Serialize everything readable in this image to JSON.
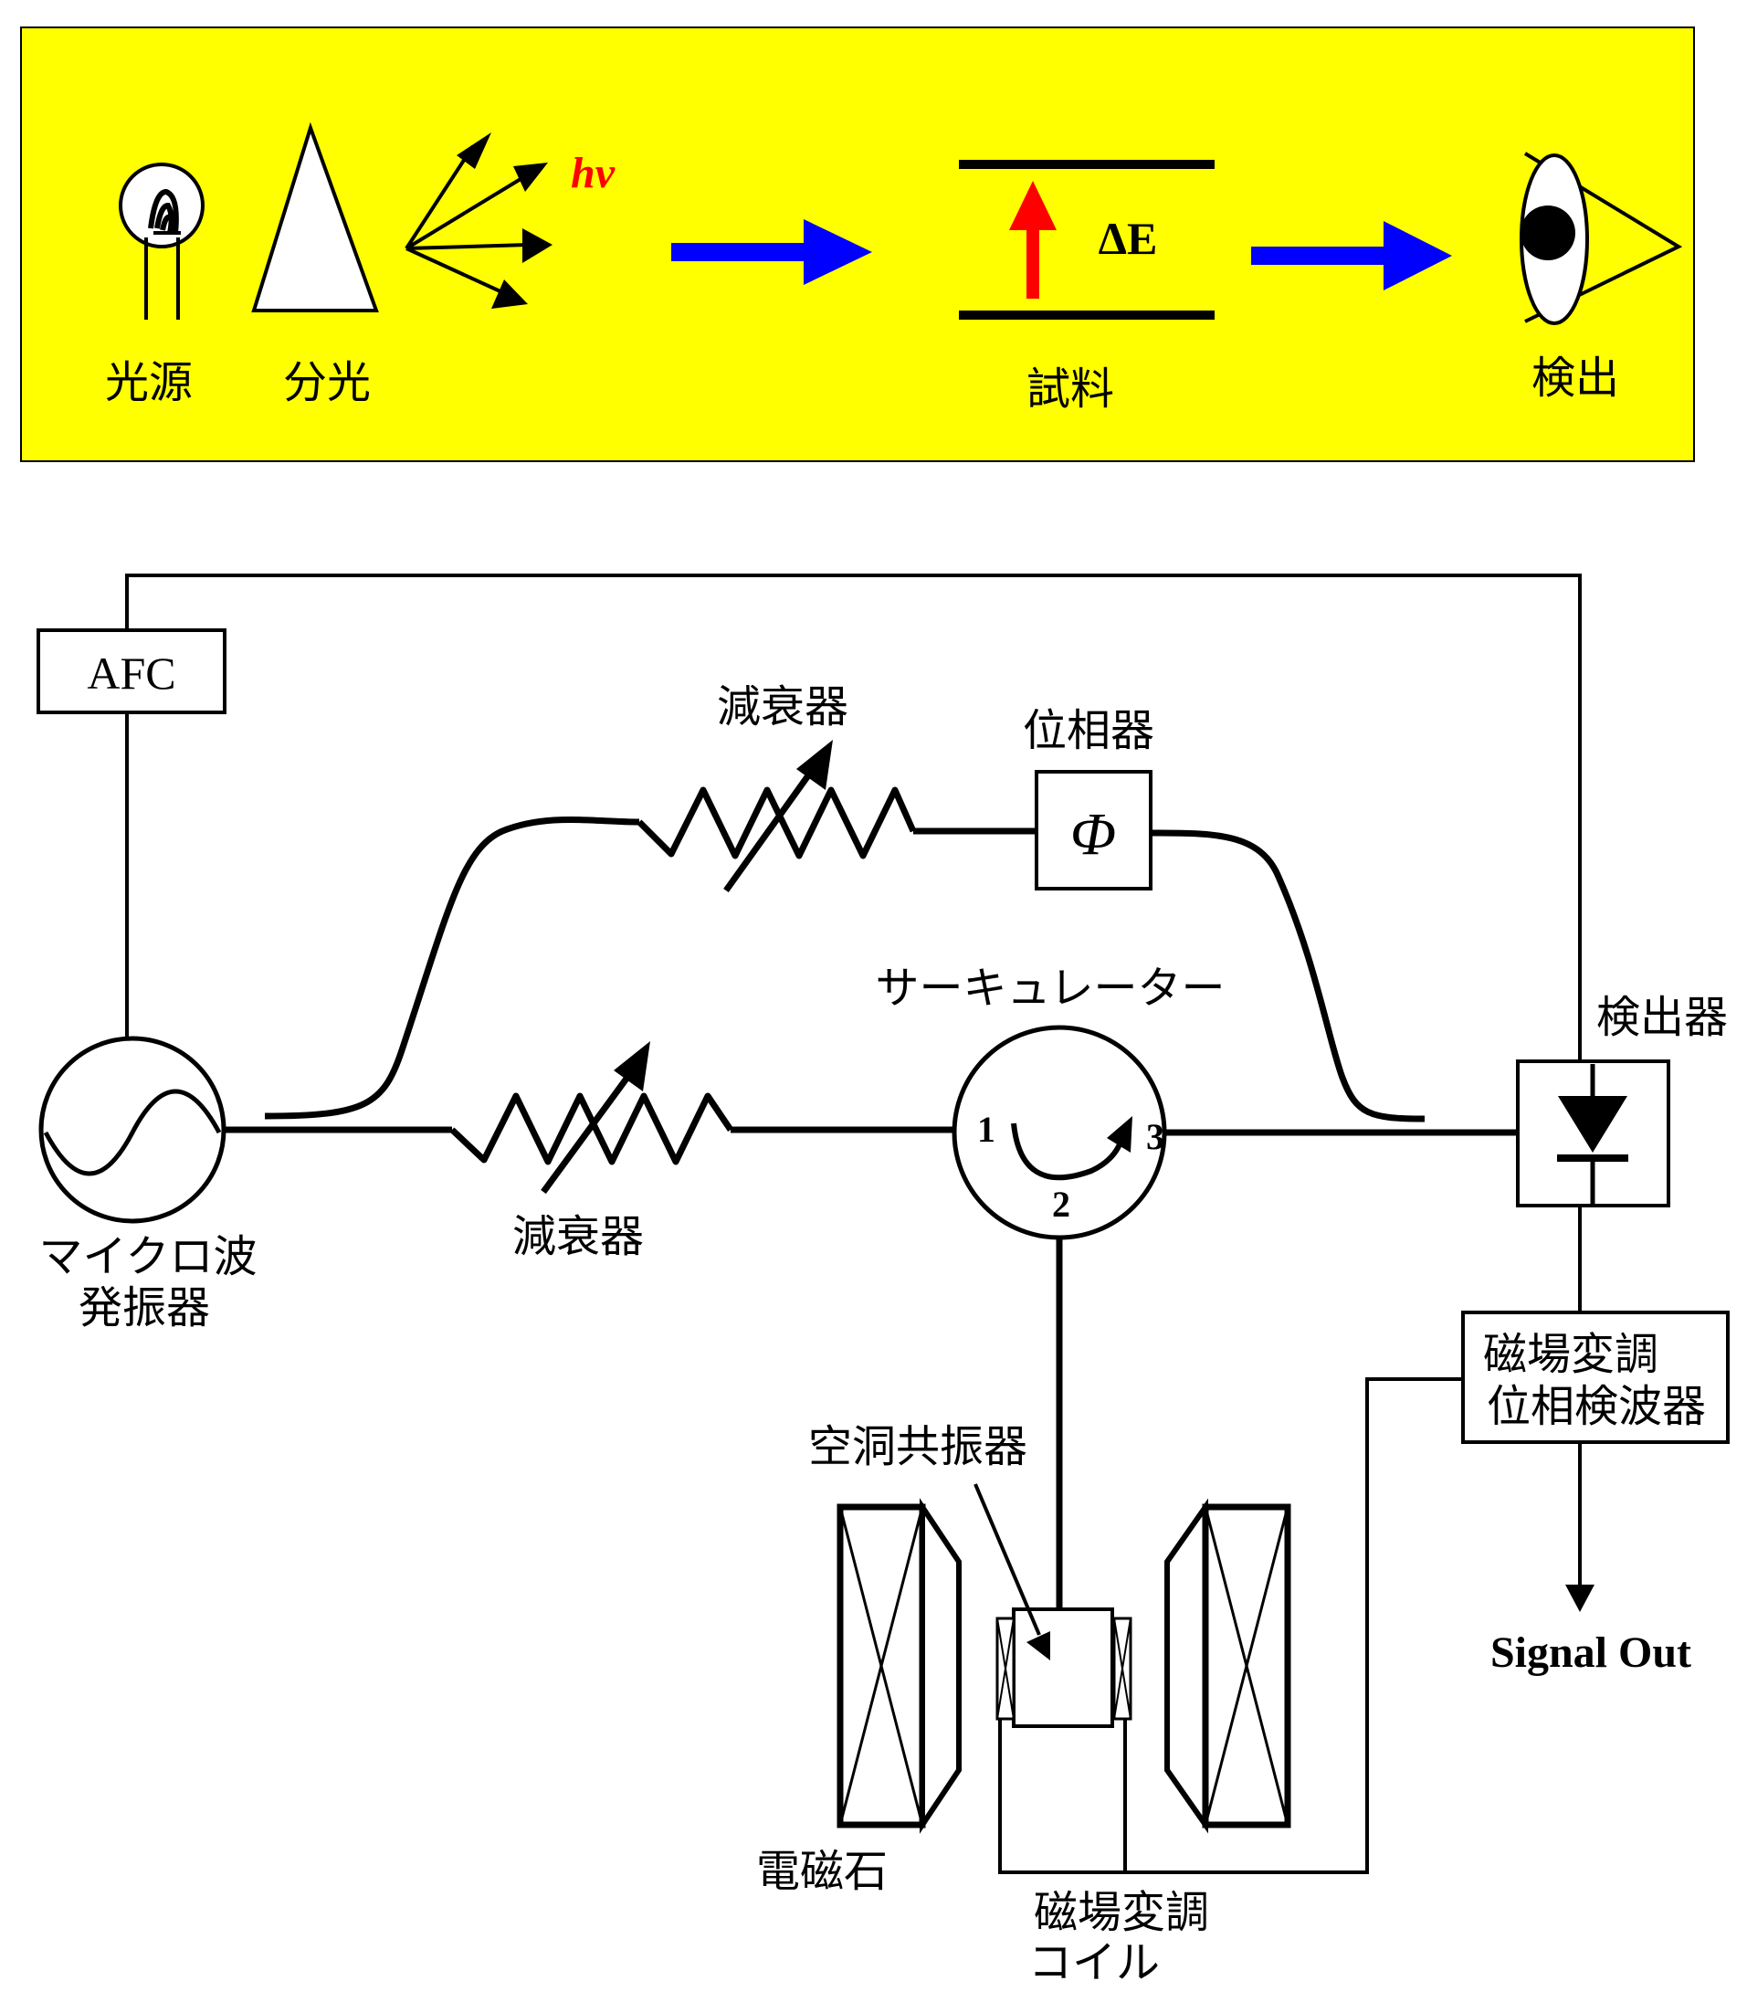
{
  "colors": {
    "panel_background": "#ffff00",
    "blue_arrow": "#0000ff",
    "red_arrow": "#ff0000",
    "line": "#000000"
  },
  "icons": [
    "light-bulb-icon",
    "prism-icon",
    "eye-icon",
    "diode-icon",
    "oscillator-icon",
    "attenuator-icon",
    "circulator-icon"
  ],
  "top_panel": {
    "light_source": "光源",
    "dispersion": "分光",
    "photon": "hν",
    "energy_gap": "ΔE",
    "sample": "試料",
    "detection": "検出"
  },
  "circuit": {
    "afc": "AFC",
    "attenuator_upper": "減衰器",
    "phase_shifter": "位相器",
    "phase_symbol": "Φ",
    "circulator": "サーキュレーター",
    "port_1": "1",
    "port_2": "2",
    "port_3": "3",
    "detector": "検出器",
    "oscillator_line1": "マイクロ波",
    "oscillator_line2": "発振器",
    "attenuator_lower": "減衰器",
    "lockin_line1": "磁場変調",
    "lockin_line2": "位相検波器",
    "signal_out": "Signal Out",
    "cavity": "空洞共振器",
    "magnet": "電磁石",
    "modulation_coil_line1": "磁場変調",
    "modulation_coil_line2": "コイル"
  }
}
